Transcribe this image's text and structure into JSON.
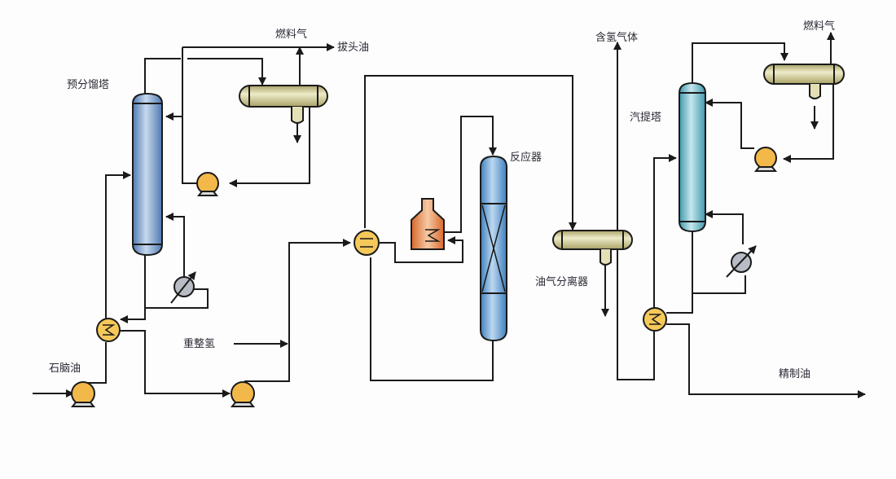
{
  "title": "石脑油加氢预处理工艺流程",
  "colors": {
    "column_blue": "#7fa6d1",
    "stripper_teal": "#6fb9c9",
    "reactor_blue": "#5f9fd3",
    "drum_olive": "#c9c48c",
    "pump_orange": "#f2b94a",
    "furnace_orange": "#e27a3a",
    "exchanger_yellow": "#f5c85a",
    "cooler_gray": "#b8bcc4",
    "line": "#1a1a1a"
  },
  "labels": {
    "prefractionator": "预分馏塔",
    "fuel_gas_1": "燃料气",
    "light_naphtha": "拔头油",
    "reactor": "反应器",
    "hydrogen_gas": "含氢气体",
    "fuel_gas_2": "燃料气",
    "stripper": "汽提塔",
    "separator": "油气分离器",
    "recycle_hydrogen": "重整氢",
    "naphtha_feed": "石脑油",
    "refined_oil": "精制油"
  },
  "equipment": [
    {
      "id": "prefractionator",
      "type": "column"
    },
    {
      "id": "reflux-drum-1",
      "type": "drum"
    },
    {
      "id": "reflux-pump-1",
      "type": "pump"
    },
    {
      "id": "reboiler-1",
      "type": "cooler"
    },
    {
      "id": "feed-exchanger-1",
      "type": "heat-exchanger"
    },
    {
      "id": "feed-pump",
      "type": "pump"
    },
    {
      "id": "bottoms-pump",
      "type": "pump"
    },
    {
      "id": "combined-feed-exchanger",
      "type": "heat-exchanger"
    },
    {
      "id": "furnace",
      "type": "furnace"
    },
    {
      "id": "reactor",
      "type": "reactor"
    },
    {
      "id": "separator",
      "type": "drum"
    },
    {
      "id": "stripper",
      "type": "column"
    },
    {
      "id": "reflux-drum-2",
      "type": "drum"
    },
    {
      "id": "reflux-pump-2",
      "type": "pump"
    },
    {
      "id": "reboiler-2",
      "type": "cooler"
    },
    {
      "id": "feed-exchanger-2",
      "type": "heat-exchanger"
    }
  ]
}
